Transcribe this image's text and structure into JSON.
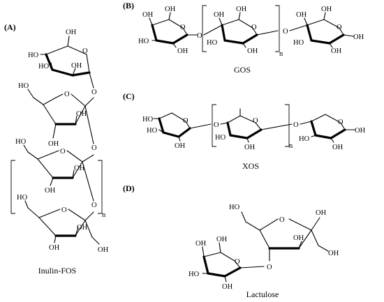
{
  "panels": {
    "A": "(A)",
    "B": "(B)",
    "C": "(C)",
    "D": "(D)"
  },
  "captions": {
    "inulin": "Inulin-FOS",
    "gos": "GOS",
    "xos": "XOS",
    "lactulose": "Lactulose"
  },
  "atoms": {
    "oh": "OH",
    "ho": "HO",
    "o": "O",
    "n": "n"
  }
}
